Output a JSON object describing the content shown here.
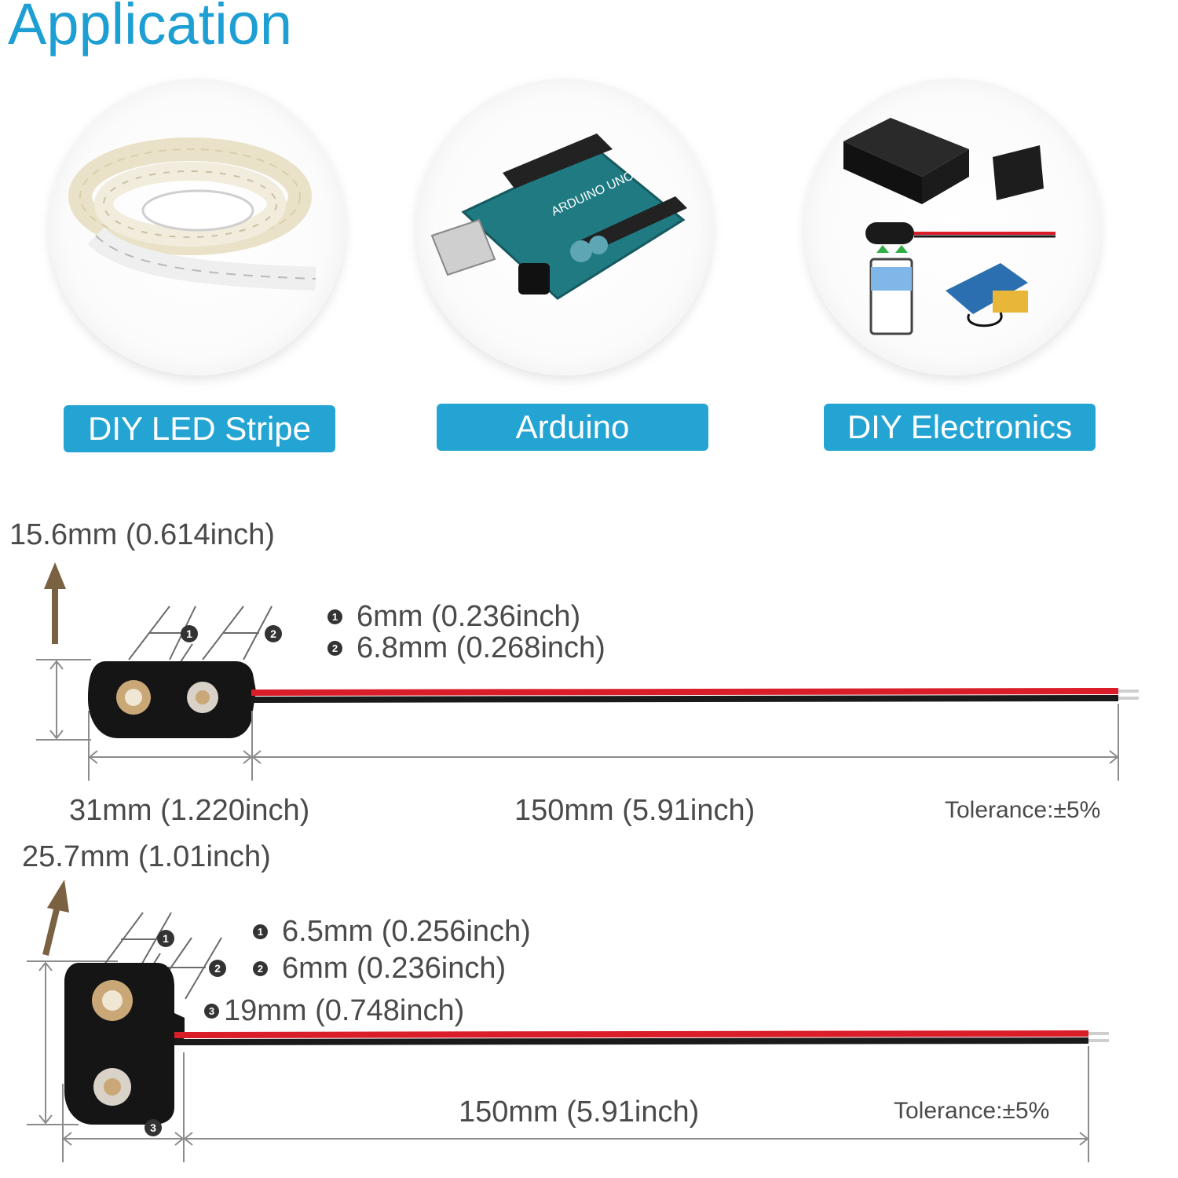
{
  "header": {
    "title": "Application"
  },
  "applications": [
    {
      "label": "DIY LED Stripe",
      "image_icon": "led-strip-image"
    },
    {
      "label": "Arduino",
      "image_icon": "arduino-board-image"
    },
    {
      "label": "DIY Electronics",
      "image_icon": "battery-holders-image"
    }
  ],
  "arduino_board_text": "ARDUINO UNO",
  "connector_1": {
    "height_label": "15.6mm (0.614inch)",
    "specs": [
      {
        "num": "1",
        "text": "6mm (0.236inch)"
      },
      {
        "num": "2",
        "text": "6.8mm (0.268inch)"
      }
    ],
    "markers": [
      "1",
      "2"
    ],
    "width_label": "31mm (1.220inch)",
    "wire_length_label": "150mm (5.91inch)",
    "tolerance": "Tolerance:±5%"
  },
  "connector_2": {
    "height_label": "25.7mm (1.01inch)",
    "specs": [
      {
        "num": "1",
        "text": "6.5mm (0.256inch)"
      },
      {
        "num": "2",
        "text": "6mm (0.236inch)"
      },
      {
        "num": "3",
        "text": "19mm (0.748inch)"
      }
    ],
    "markers": [
      "1",
      "2",
      "3"
    ],
    "wire_length_label": "150mm (5.91inch)",
    "tolerance": "Tolerance:±5%"
  },
  "colors": {
    "accent": "#1e9fd3",
    "pill": "#23a4d3",
    "wire_red": "#d91e2a",
    "wire_black": "#1a1a1a",
    "arrow_brown": "#7a6142"
  }
}
